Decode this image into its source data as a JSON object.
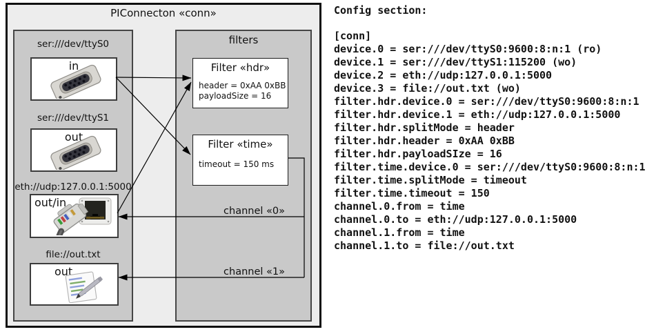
{
  "diagram": {
    "title": "PIConnecton «conn»",
    "filters_panel_title": "filters",
    "devices": [
      {
        "label": "ser:///dev/ttyS0",
        "direction": "in",
        "icon": "serial-connector"
      },
      {
        "label": "ser:///dev/ttyS1",
        "direction": "out",
        "icon": "serial-connector"
      },
      {
        "label": "eth://udp:127.0.0.1:5000",
        "direction": "out/in",
        "icon": "ethernet-connector"
      },
      {
        "label": "file://out.txt",
        "direction": "out",
        "icon": "file-note"
      }
    ],
    "filters": [
      {
        "title": "Filter «hdr»",
        "lines": [
          "header = 0xAA 0xBB",
          "payloadSize = 16"
        ]
      },
      {
        "title": "Filter «time»",
        "lines": [
          "timeout = 150 ms"
        ]
      }
    ],
    "channels": [
      {
        "label": "channel «0»"
      },
      {
        "label": "channel «1»"
      }
    ]
  },
  "config": {
    "heading": "Config section:",
    "section_header": "[conn]",
    "lines": [
      "device.0 = ser:///dev/ttyS0:9600:8:n:1 (ro)",
      "device.1 = ser:///dev/ttyS1:115200 (wo)",
      "device.2 = eth://udp:127.0.0.1:5000",
      "device.3 = file://out.txt (wo)",
      "filter.hdr.device.0 = ser:///dev/ttyS0:9600:8:n:1",
      "filter.hdr.device.1 = eth://udp:127.0.0.1:5000",
      "filter.hdr.splitMode = header",
      "filter.hdr.header = 0xAA 0xBB",
      "filter.hdr.payloadSIze = 16",
      "filter.time.device.0 = ser:///dev/ttyS0:9600:8:n:1",
      "filter.time.splitMode = timeout",
      "filter.time.timeout = 150",
      "channel.0.from = time",
      "channel.0.to = eth://udp:127.0.0.1:5000",
      "channel.1.from = time",
      "channel.1.to = file://out.txt"
    ]
  }
}
